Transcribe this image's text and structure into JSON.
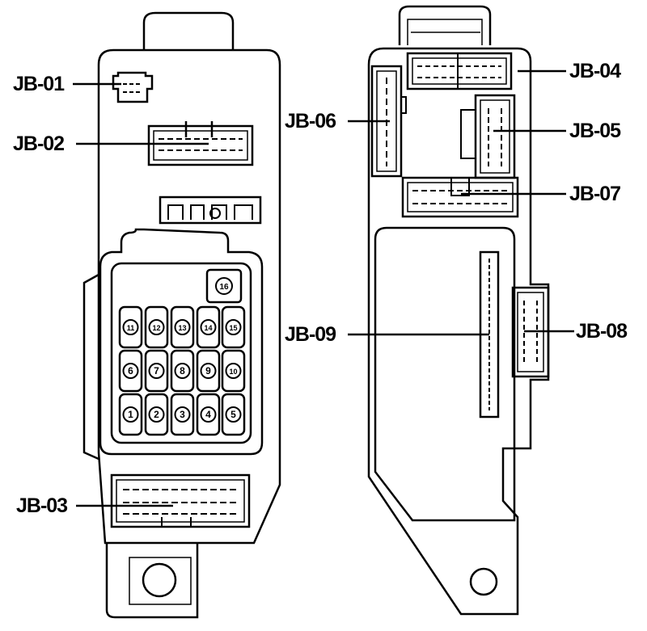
{
  "callouts": {
    "jb01": "JB-01",
    "jb02": "JB-02",
    "jb03": "JB-03",
    "jb04": "JB-04",
    "jb05": "JB-05",
    "jb06": "JB-06",
    "jb07": "JB-07",
    "jb08": "JB-08",
    "jb09": "JB-09"
  },
  "fuse_numbers": {
    "row_top": [
      "11",
      "12",
      "13",
      "14",
      "15"
    ],
    "row_mid": [
      "6",
      "7",
      "8",
      "9",
      "10"
    ],
    "row_bottom": [
      "1",
      "2",
      "3",
      "4",
      "5"
    ],
    "large": "16"
  }
}
